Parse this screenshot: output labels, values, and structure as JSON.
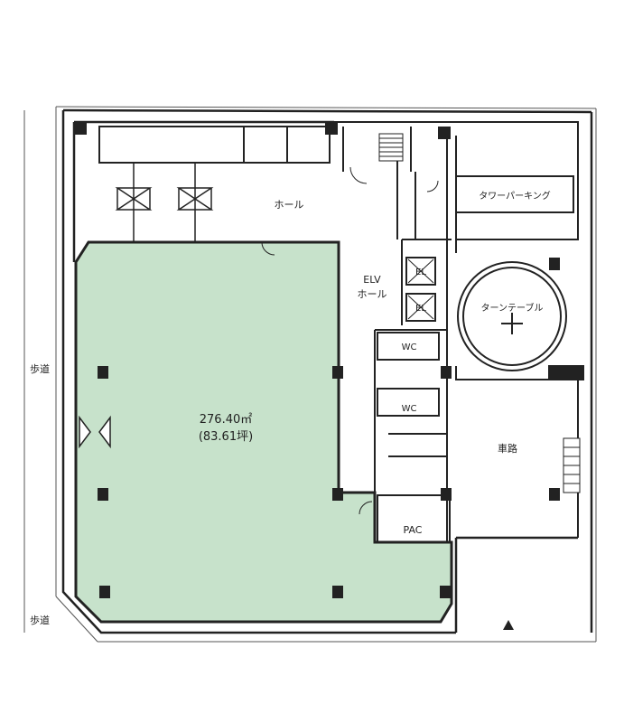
{
  "floorplan": {
    "area_m2": "276.40㎡",
    "area_tsubo": "(83.61坪)",
    "labels": {
      "hall": "ホール",
      "elv_hall_line1": "ELV",
      "elv_hall_line2": "ホール",
      "el_1": "EL",
      "el_2": "EL",
      "tower_parking": "タワーパーキング",
      "turntable": "ターンテーブル",
      "wc_1": "WC",
      "wc_2": "WC",
      "pac": "PAC",
      "driveway": "車路",
      "sidewalk_1": "歩道",
      "sidewalk_2": "歩道"
    }
  },
  "colors": {
    "office_fill": "#c7e2cb",
    "wall": "#222222",
    "background": "#ffffff"
  }
}
